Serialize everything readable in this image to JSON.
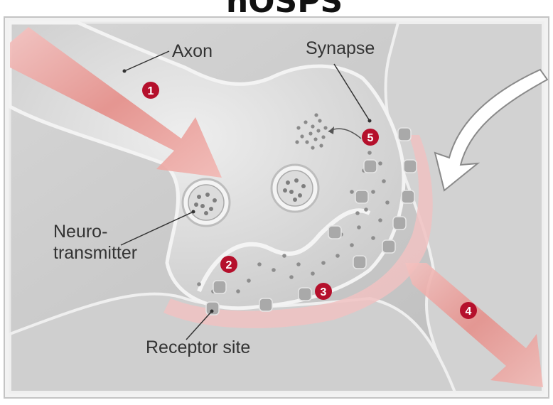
{
  "header": {
    "title": "nOSPS"
  },
  "labels": {
    "axon": "Axon",
    "synapse": "Synapse",
    "neuro_line1": "Neuro-",
    "neuro_line2": "transmitter",
    "receptor_site": "Receptor site"
  },
  "steps": [
    "1",
    "2",
    "3",
    "4",
    "5"
  ],
  "colors": {
    "marker_red": "#b5102c",
    "arrow_pink": "#e79a95",
    "cell_fill": "#d9d9d9",
    "cleft_fill": "#f1c4c4",
    "background_grey": "#c8c8c8"
  }
}
